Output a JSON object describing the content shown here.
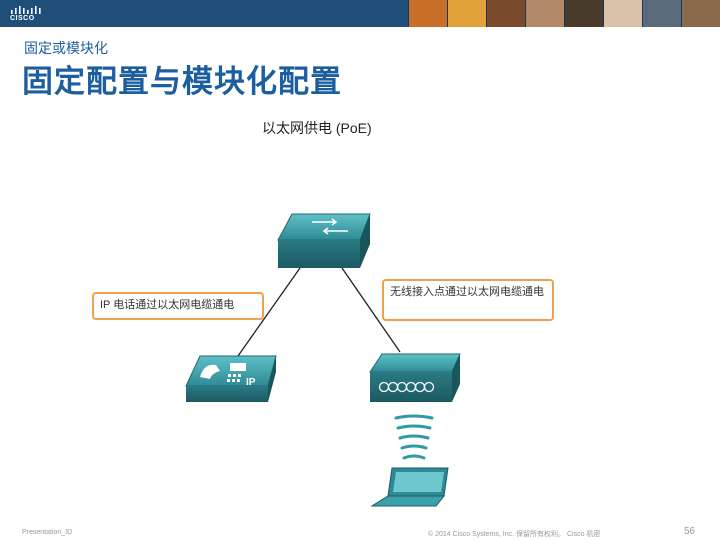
{
  "header": {
    "logo_text": "CISCO"
  },
  "slide": {
    "subtitle": "固定或模块化",
    "title": "固定配置与模块化配置",
    "diagram_title": "以太网供电 (PoE)",
    "callout_left": "IP 电话通过以太网电缆通电",
    "callout_right": "无线接入点通过以太网电缆通电",
    "phone_label": "IP"
  },
  "footer": {
    "left": "Presentation_ID",
    "center": "© 2014 Cisco Systems, Inc. 保留所有权利。 Cisco 机密",
    "page": "56"
  },
  "colors": {
    "title_blue": "#1d5f9e",
    "device_teal": "#2e8a94",
    "callout_border": "#f0a050",
    "header_navy": "#1f4e79"
  }
}
